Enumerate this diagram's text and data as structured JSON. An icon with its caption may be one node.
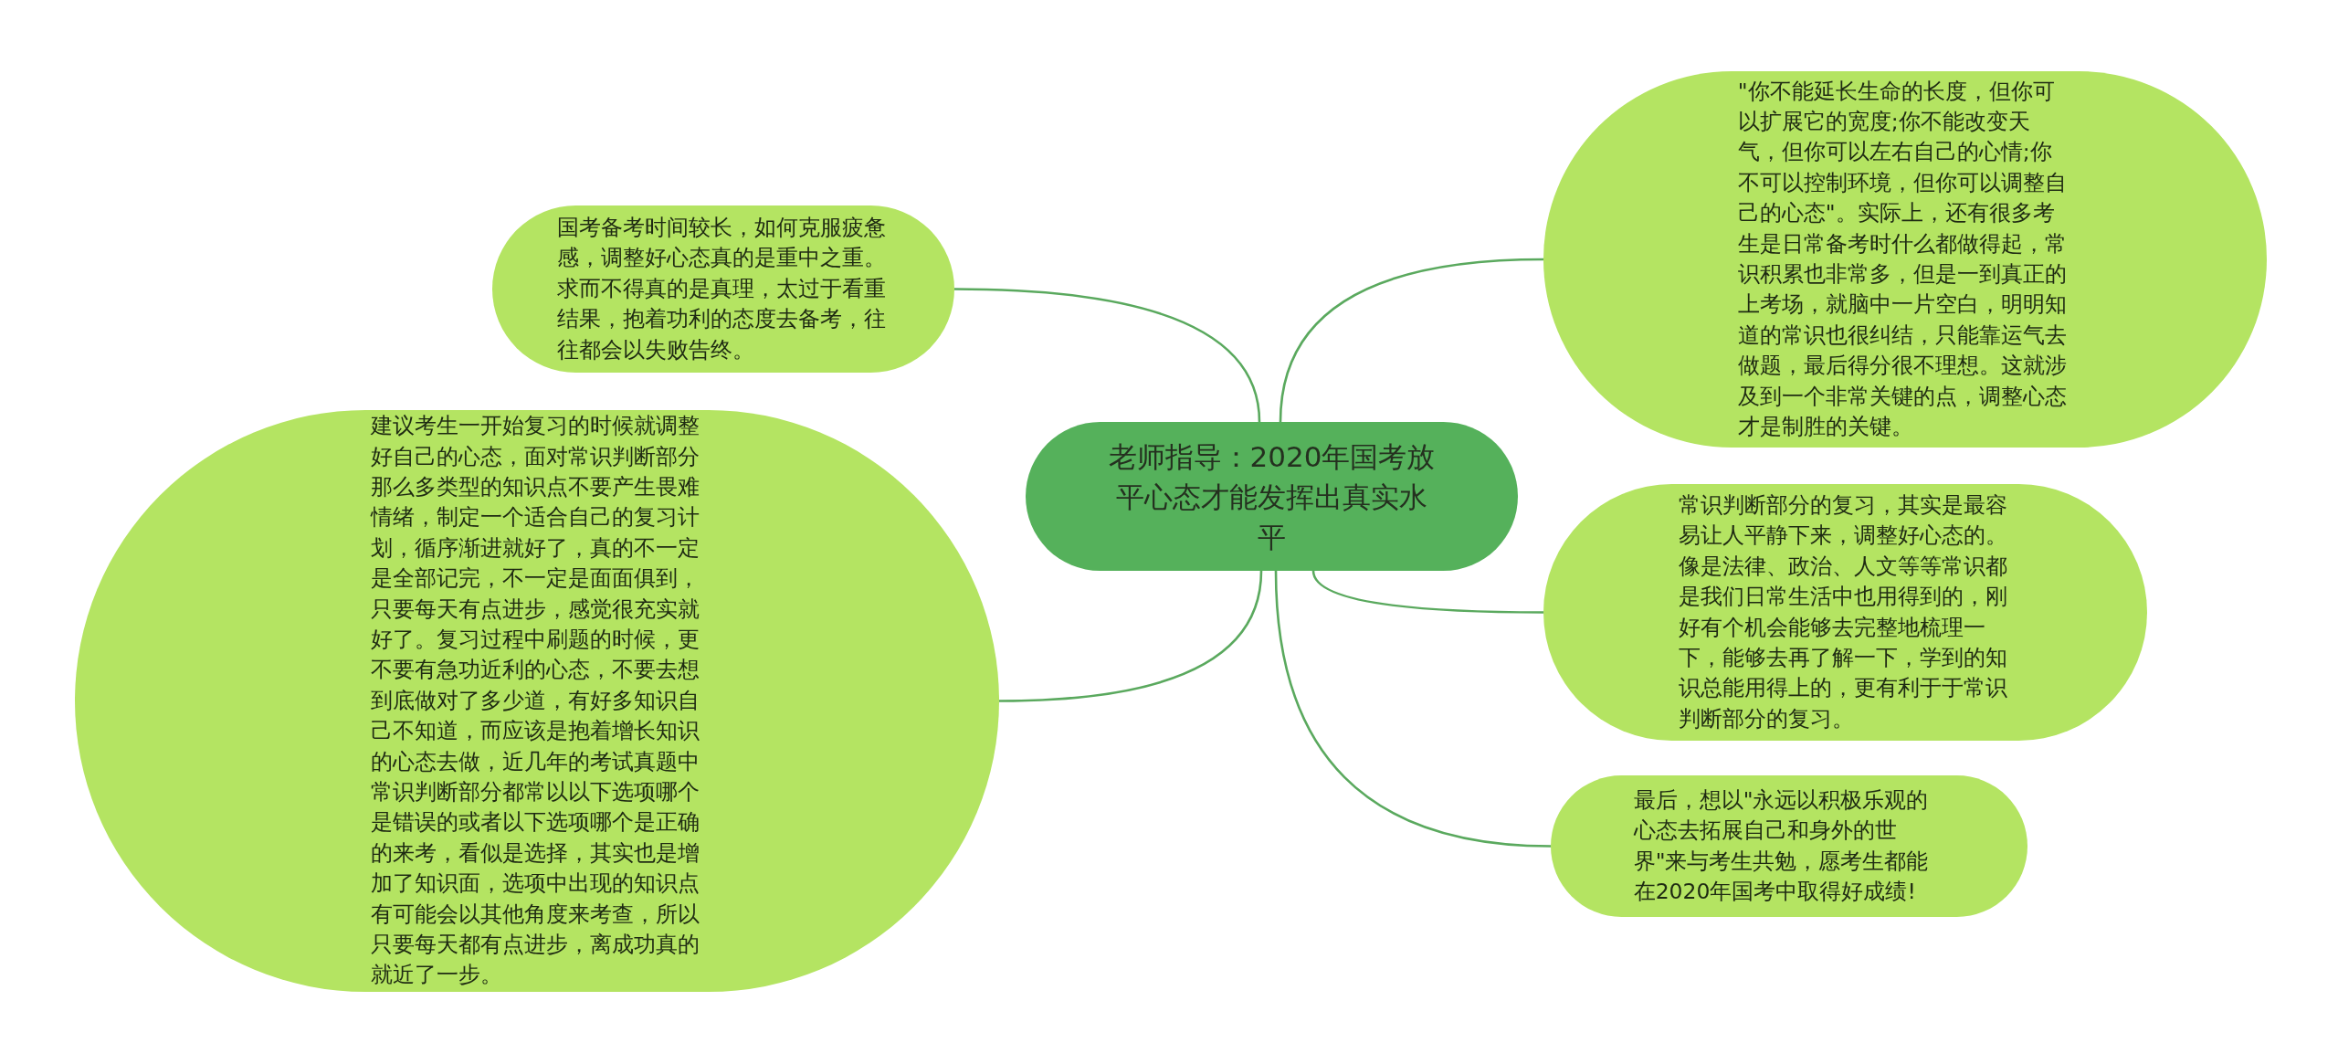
{
  "diagram": {
    "nodes": [
      {
        "text": [
          "老师指导：2020年国考放平心态才能发挥出真实水平"
        ]
      },
      {
        "text": [
          "国考备考时间较长，如何克服疲惫感，调整好心态真的是重中之重。求而不得真的是真理，太过于看重结果，抱着功利的态度去备考，往往都会以失败告终。"
        ]
      },
      {
        "text": [
          "建议考生一开始复习的时候就调整好自己的心态，面对常识判断部分那么多类型的知识点不要产生畏难情绪，制定一个适合自己的复习计划，循序渐进就好了，真的不一定是全部记完，不一定是面面俱到，只要每天有点进步，感觉很充实就好了。复习过程中刷题的时候，更不要有急功近利的心态，不要去想到底做对了多少道，有好多知识自己不知道，而应该是抱着增长知识的心态去做，近几年的考试真题中常识判断部分都常以以下选项哪个是错误的或者以下选项哪个是正确的来考，看似是选择，其实也是增加了知识面，选项中出现的知识点有可能会以其他角度来考查，所以只要每天都有点进步，离成功真的就近了一步。"
        ]
      },
      {
        "text": [
          "\"你不能延长生命的长度，但你可以扩展它的宽度;你不能改变天气，但你可以左右自己的心情;你不可以控制环境，但你可以调整自己的心态\"。实际上，还有很多考生是日常备考时什么都做得起，常识积累也非常多，但是一到真正的上考场，就脑中一片空白，明明知道的常识也很纠结，只能靠运气去做题，最后得分很不理想。这就涉及到一个非常关键的点，调整心态才是制胜的关键。"
        ]
      },
      {
        "text": [
          "常识判断部分的复习，其实是最容易让人平静下来，调整好心态的。像是法律、政治、人文等等常识都是我们日常生活中也用得到的，刚好有个机会能够去完整地梳理一下，能够去再了解一下，学到的知识总能用得上的，更有利于于常识判断部分的复习。"
        ]
      },
      {
        "text": [
          "最后，想以\"永远以积极乐观的心态去拓展自己和身外的世界\"来与考生共勉，愿考生都能在2020年国考中取得好成绩!"
        ]
      }
    ],
    "edges": [
      {
        "from": 0,
        "to": 1,
        "arrow": "none"
      },
      {
        "from": 0,
        "to": 2,
        "arrow": "none"
      },
      {
        "from": 0,
        "to": 3,
        "arrow": "none"
      },
      {
        "from": 0,
        "to": 4,
        "arrow": "none"
      },
      {
        "from": 0,
        "to": 5,
        "arrow": "none"
      }
    ]
  }
}
